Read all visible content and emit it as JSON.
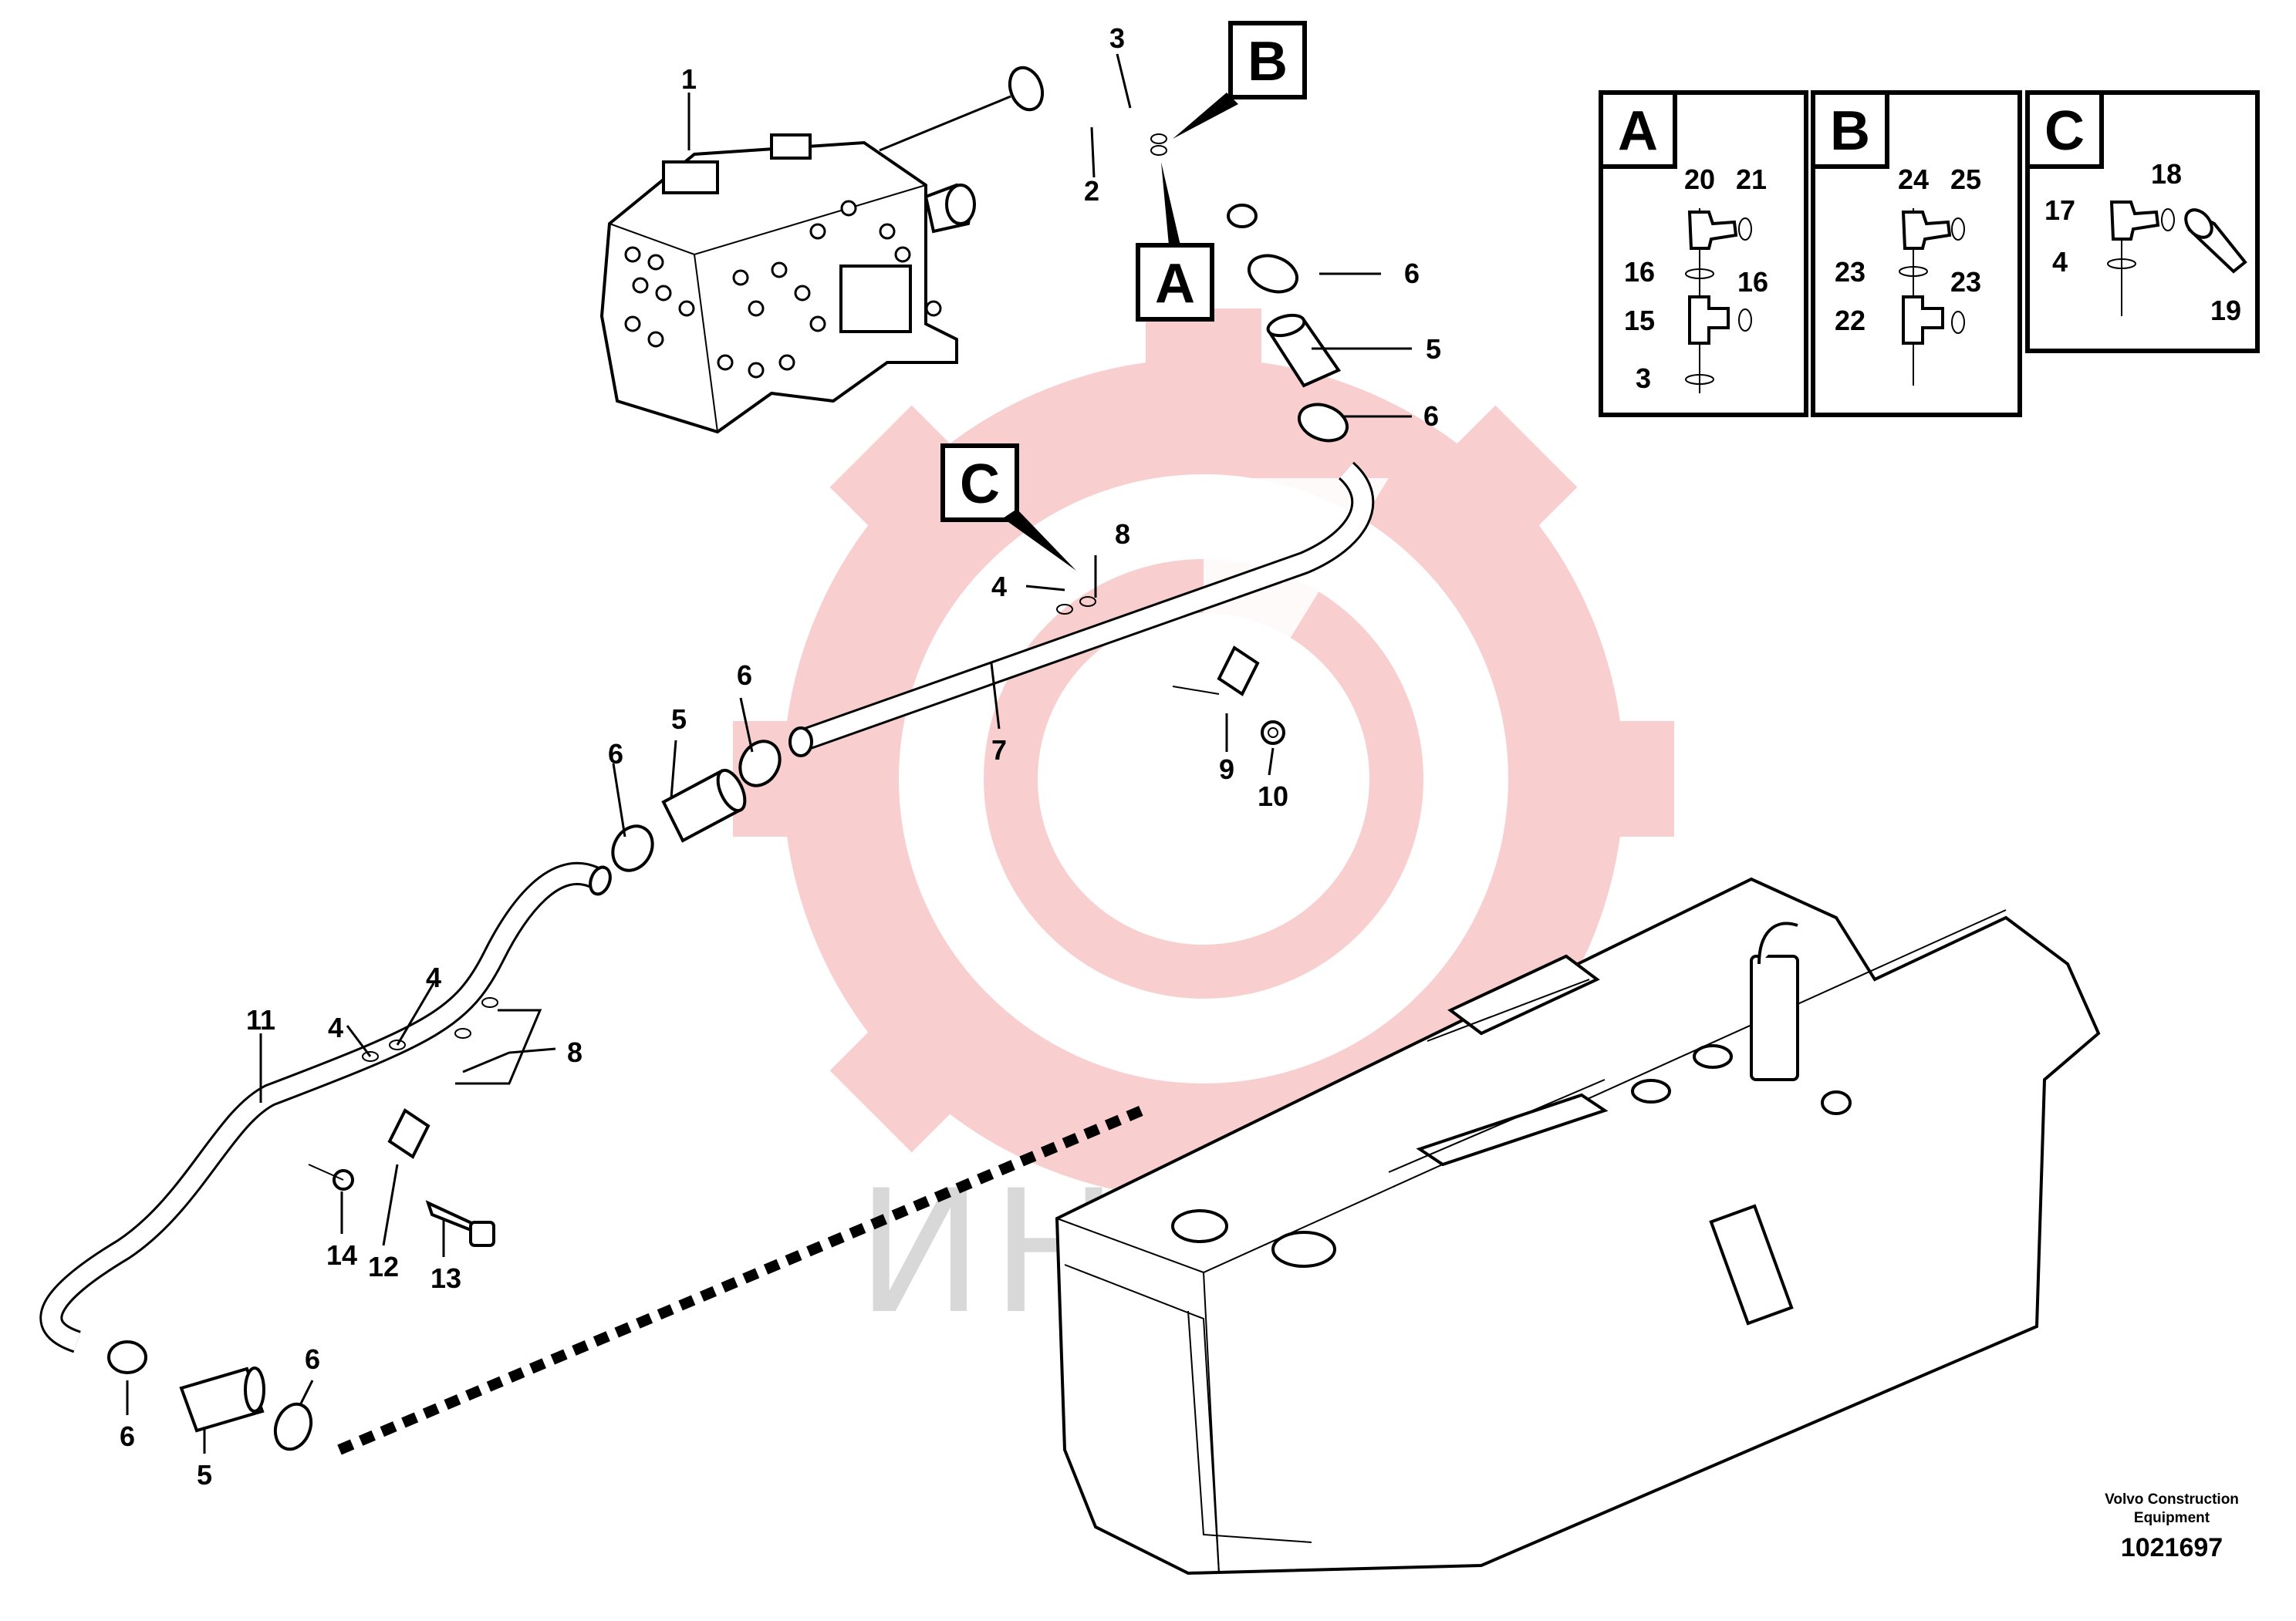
{
  "watermark": {
    "text": "ИНТЕХ",
    "color": "#f4a6a6"
  },
  "callouts": {
    "c1": "1",
    "c2": "2",
    "c3": "3",
    "c4a": "4",
    "c4b": "4",
    "c4c": "4",
    "c5a": "5",
    "c5b": "5",
    "c5c": "5",
    "c6a": "6",
    "c6b": "6",
    "c6c": "6",
    "c6d": "6",
    "c6e": "6",
    "c6f": "6",
    "c7": "7",
    "c8a": "8",
    "c8b": "8",
    "c9": "9",
    "c10": "10",
    "c11": "11",
    "c12": "12",
    "c13": "13",
    "c14": "14"
  },
  "view_markers": {
    "a": "A",
    "b": "B",
    "c": "C"
  },
  "detail_panels": {
    "a": {
      "title": "A",
      "labels": {
        "l20": "20",
        "l21": "21",
        "l16a": "16",
        "l16b": "16",
        "l15": "15",
        "l3": "3"
      }
    },
    "b": {
      "title": "B",
      "labels": {
        "l24": "24",
        "l25": "25",
        "l23a": "23",
        "l23b": "23",
        "l22": "22"
      }
    },
    "c": {
      "title": "C",
      "labels": {
        "l18": "18",
        "l17": "17",
        "l4": "4",
        "l19": "19"
      }
    }
  },
  "footer": {
    "company_line1": "Volvo Construction",
    "company_line2": "Equipment",
    "drawing_number": "1021697"
  }
}
